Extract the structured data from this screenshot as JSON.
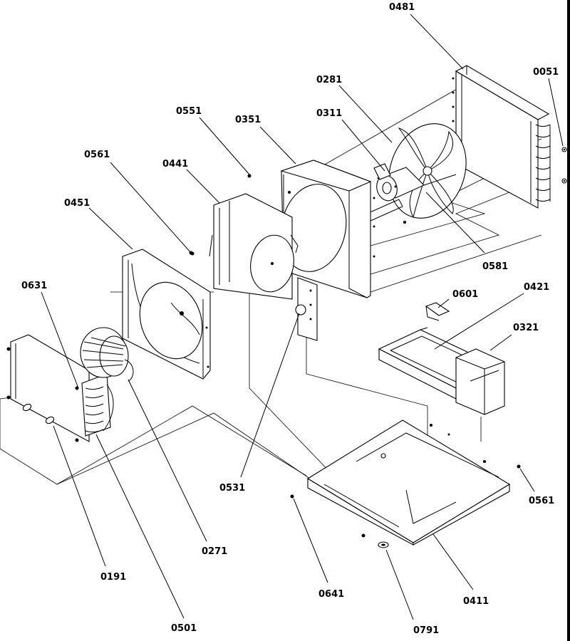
{
  "callouts": {
    "c0481": "0481",
    "c0051": "0051",
    "c0281": "0281",
    "c0311": "0311",
    "c0551": "0551",
    "c0351": "0351",
    "c0561a": "0561",
    "c0441": "0441",
    "c0451": "0451",
    "c0581": "0581",
    "c0631": "0631",
    "c0601": "0601",
    "c0421": "0421",
    "c0321": "0321",
    "c0531": "0531",
    "c0271": "0271",
    "c0191": "0191",
    "c0501": "0501",
    "c0641": "0641",
    "c0561b": "0561",
    "c0411": "0411",
    "c0791": "0791"
  }
}
